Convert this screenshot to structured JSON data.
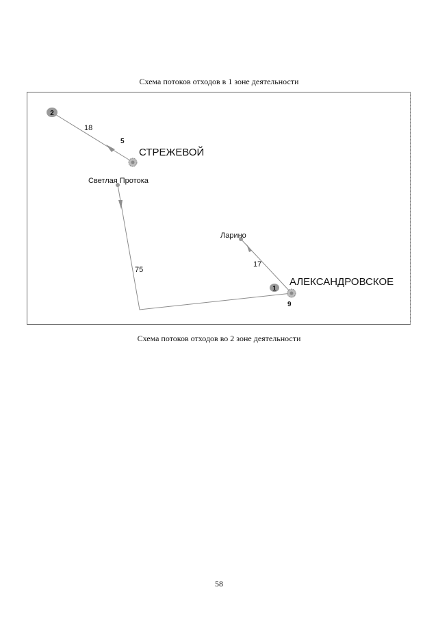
{
  "captions": {
    "top": "Схема потоков отходов в 1 зоне деятельности",
    "bottom": "Схема потоков отходов во 2 зоне деятельности",
    "page_number": "58"
  },
  "diagram": {
    "towns": [
      {
        "id": "strezhevoy",
        "name": "СТРЕЖЕВОЙ"
      },
      {
        "id": "svetlaya",
        "name": "Светлая Протока"
      },
      {
        "id": "larino",
        "name": "Ларино"
      },
      {
        "id": "aleksandrovskoe",
        "name": "АЛЕКСАНДРОВСКОЕ"
      }
    ],
    "markers": [
      {
        "id": "m2",
        "label": "2"
      },
      {
        "id": "m1",
        "label": "1"
      }
    ],
    "flow_labels": [
      {
        "id": "f18",
        "text": "18"
      },
      {
        "id": "f5",
        "text": "5"
      },
      {
        "id": "f75",
        "text": "75"
      },
      {
        "id": "f17",
        "text": "17"
      },
      {
        "id": "f9",
        "text": "9"
      }
    ],
    "colors": {
      "line": "#8c8c8c",
      "node": "#9a9a9a",
      "text": "#111111"
    }
  }
}
